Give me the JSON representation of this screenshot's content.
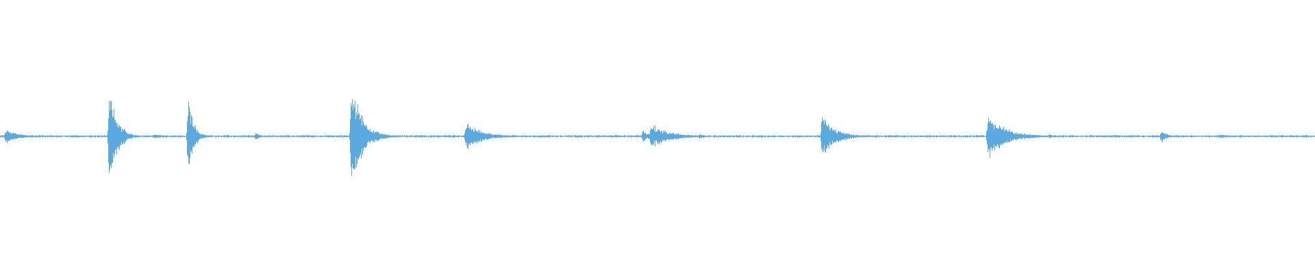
{
  "waveform": {
    "color": "#5aa9e0",
    "background": "#ffffff",
    "noise_level": 0.012,
    "events": [
      {
        "t": 0.004,
        "amp": 0.1,
        "decay": 0.01
      },
      {
        "t": 0.083,
        "amp": 0.64,
        "decay": 0.006
      },
      {
        "t": 0.117,
        "amp": 0.04,
        "decay": 0.006
      },
      {
        "t": 0.143,
        "amp": 0.56,
        "decay": 0.004
      },
      {
        "t": 0.194,
        "amp": 0.05,
        "decay": 0.004
      },
      {
        "t": 0.267,
        "amp": 0.78,
        "decay": 0.008
      },
      {
        "t": 0.354,
        "amp": 0.2,
        "decay": 0.012
      },
      {
        "t": 0.489,
        "amp": 0.1,
        "decay": 0.004
      },
      {
        "t": 0.495,
        "amp": 0.17,
        "decay": 0.014
      },
      {
        "t": 0.532,
        "amp": 0.04,
        "decay": 0.004
      },
      {
        "t": 0.625,
        "amp": 0.3,
        "decay": 0.01
      },
      {
        "t": 0.751,
        "amp": 0.3,
        "decay": 0.014
      },
      {
        "t": 0.763,
        "amp": 0.1,
        "decay": 0.006
      },
      {
        "t": 0.798,
        "amp": 0.03,
        "decay": 0.004
      },
      {
        "t": 0.883,
        "amp": 0.09,
        "decay": 0.004
      },
      {
        "t": 0.928,
        "amp": 0.04,
        "decay": 0.004
      }
    ]
  }
}
